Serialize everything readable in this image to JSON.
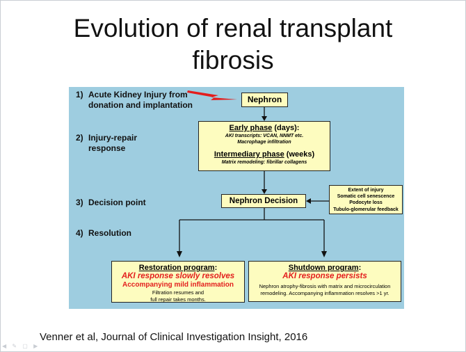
{
  "slide": {
    "title_line1": "Evolution of renal transplant",
    "title_line2": "fibrosis",
    "citation": "Venner et al, Journal of Clinical Investigation Insight, 2016"
  },
  "diagram": {
    "steps": [
      {
        "num": "1)",
        "text": "Acute Kidney Injury from donation and implantation"
      },
      {
        "num": "2)",
        "text": "Injury-repair response"
      },
      {
        "num": "3)",
        "text": "Decision point"
      },
      {
        "num": "4)",
        "text": "Resolution"
      }
    ],
    "nephron": "Nephron",
    "early_phase": {
      "title": "Early phase",
      "suffix": " (days):",
      "line1": "AKI transcripts: VCAN, NNMT etc.",
      "line2": "Macrophage infiltration"
    },
    "intermediate_phase": {
      "title": "Intermediary phase",
      "suffix": " (weeks)",
      "line1": "Matrix remodeling: fibrillar collagens"
    },
    "decision": "Nephron Decision",
    "factors": [
      "Extent of injury",
      "Somatic cell senescence",
      "Podocyte loss",
      "Tubulo-glomerular feedback"
    ],
    "restoration": {
      "title": "Restoration program",
      "colon": ":",
      "red1": "AKI response slowly resolves",
      "red2": "Accompanying mild inflammation",
      "note1": "Filtration resumes and",
      "note2": "full repair takes months."
    },
    "shutdown": {
      "title": "Shutdown program",
      "colon": ":",
      "red1": "AKI response persists",
      "note1": "Nephron atrophy-fibrosis with matrix and microcirculation",
      "note2": "remodeling. Accompanying  inflammation resolves >1 yr."
    },
    "colors": {
      "background": "#9ecde0",
      "box_fill": "#fdfcbf",
      "emphasis": "#e31d1d"
    },
    "icons": [
      "lightning-bolt-icon"
    ]
  }
}
